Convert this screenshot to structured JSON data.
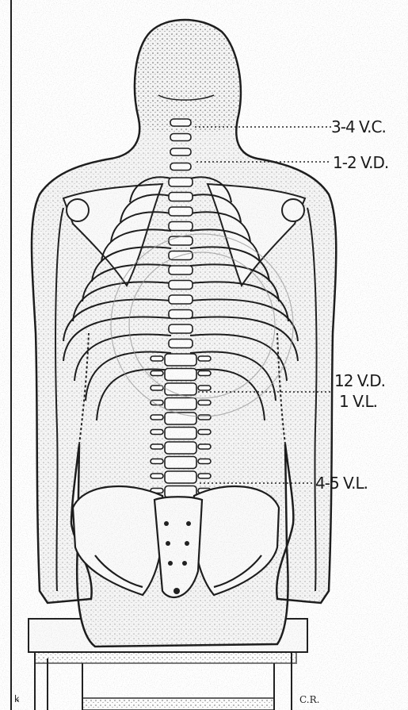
{
  "figure": {
    "labels": [
      {
        "id": "cervical",
        "text": "3-4 V.C."
      },
      {
        "id": "dorsal-upper",
        "text": "1-2 V.D."
      },
      {
        "id": "dorsal-lower",
        "text": "12 V.D."
      },
      {
        "id": "lumbar-first",
        "text": "1 V.L."
      },
      {
        "id": "lumbar-lower",
        "text": "4-5 V.L."
      }
    ],
    "corner_mark_left": "ꝃ",
    "corner_mark_right": "C.R."
  },
  "colors": {
    "ink": "#1a1a1a",
    "paper": "#ffffff",
    "stipple": "#3a3a3a"
  }
}
